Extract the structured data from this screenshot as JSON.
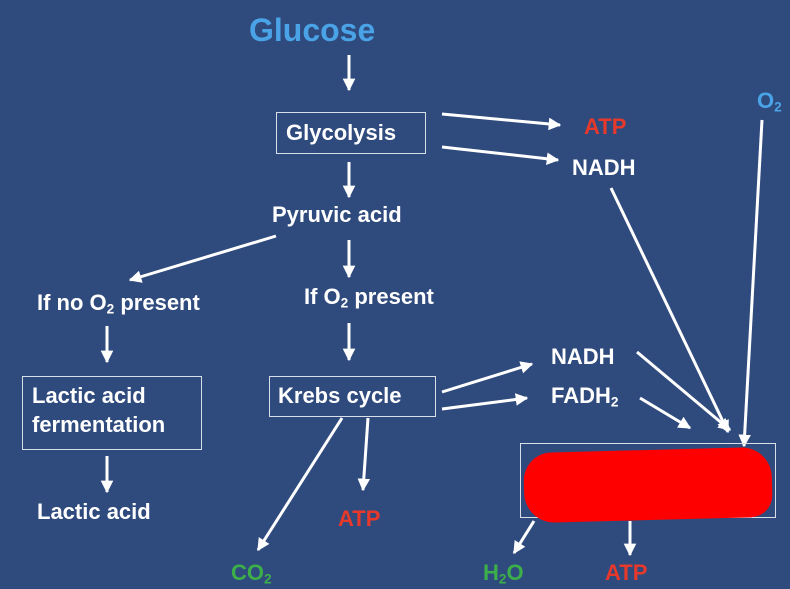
{
  "colors": {
    "background": "#2f4a7d",
    "arrow": "#ffffff",
    "glucose": "#4aa3e6",
    "oxygen": "#4aa3e6",
    "atp": "#e6392b",
    "waste": "#3cae4a",
    "redaction": "#ff0000",
    "text": "#ffffff"
  },
  "nodes": {
    "glucose": "Glucose",
    "glycolysis": "Glycolysis",
    "atp_glycolysis": "ATP",
    "nadh_glycolysis": "NADH",
    "oxygen_main": "O",
    "oxygen_sub": "2",
    "pyruvic_acid": "Pyruvic acid",
    "no_o2_prefix": "If no O",
    "no_o2_sub": "2",
    "no_o2_suffix": " present",
    "o2_prefix": "If O",
    "o2_sub": "2",
    "o2_suffix": " present",
    "lactic_fermentation_line1": "Lactic acid",
    "lactic_fermentation_line2": "fermentation",
    "lactic_acid": "Lactic acid",
    "krebs_cycle": "Krebs cycle",
    "nadh_krebs": "NADH",
    "fadh_main": "FADH",
    "fadh_sub": "2",
    "co2_main": "CO",
    "co2_sub": "2",
    "atp_krebs": "ATP",
    "h2o_h": "H",
    "h2o_sub": "2",
    "h2o_o": "O",
    "atp_etc": "ATP"
  }
}
